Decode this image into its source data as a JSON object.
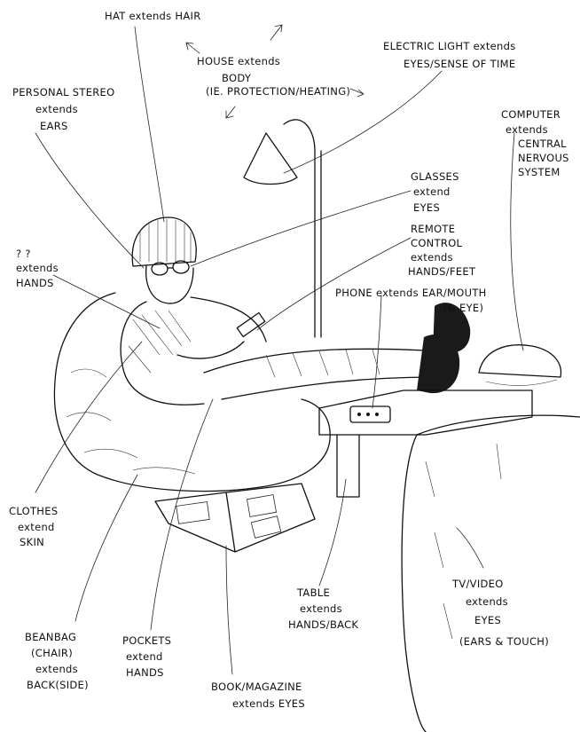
{
  "labels": {
    "hat": "HAT extends HAIR",
    "house": [
      "HOUSE extends",
      "BODY",
      "(IE. PROTECTION/HEATING)"
    ],
    "light": [
      "ELECTRIC LIGHT extends",
      "EYES/SENSE OF TIME"
    ],
    "stereo": [
      "PERSONAL STEREO",
      "extends",
      "EARS"
    ],
    "computer": [
      "COMPUTER",
      "extends",
      "CENTRAL",
      "NERVOUS",
      "SYSTEM"
    ],
    "glasses": [
      "GLASSES",
      "extend",
      "EYES"
    ],
    "remote": [
      "REMOTE",
      "CONTROL",
      "extends",
      "HANDS/FEET"
    ],
    "hands": [
      "? ?",
      "extends",
      "HANDS"
    ],
    "phone": [
      "PHONE extends EAR/MOUTH",
      "(& EYE)"
    ],
    "clothes": [
      "CLOTHES",
      "extend",
      "SKIN"
    ],
    "table": [
      "TABLE",
      "extends",
      "HANDS/BACK"
    ],
    "tv": [
      "TV/VIDEO",
      "extends",
      "EYES",
      "(EARS & TOUCH)"
    ],
    "beanbag": [
      "BEANBAG",
      "(CHAIR)",
      "extends",
      "BACK(SIDE)"
    ],
    "pockets": [
      "POCKETS",
      "extend",
      "HANDS"
    ],
    "book": [
      "BOOK/MAGAZINE",
      "extends EYES"
    ]
  },
  "colors": {
    "ink": "#111111",
    "paper": "#ffffff",
    "shadow": "#1a1a1a"
  }
}
